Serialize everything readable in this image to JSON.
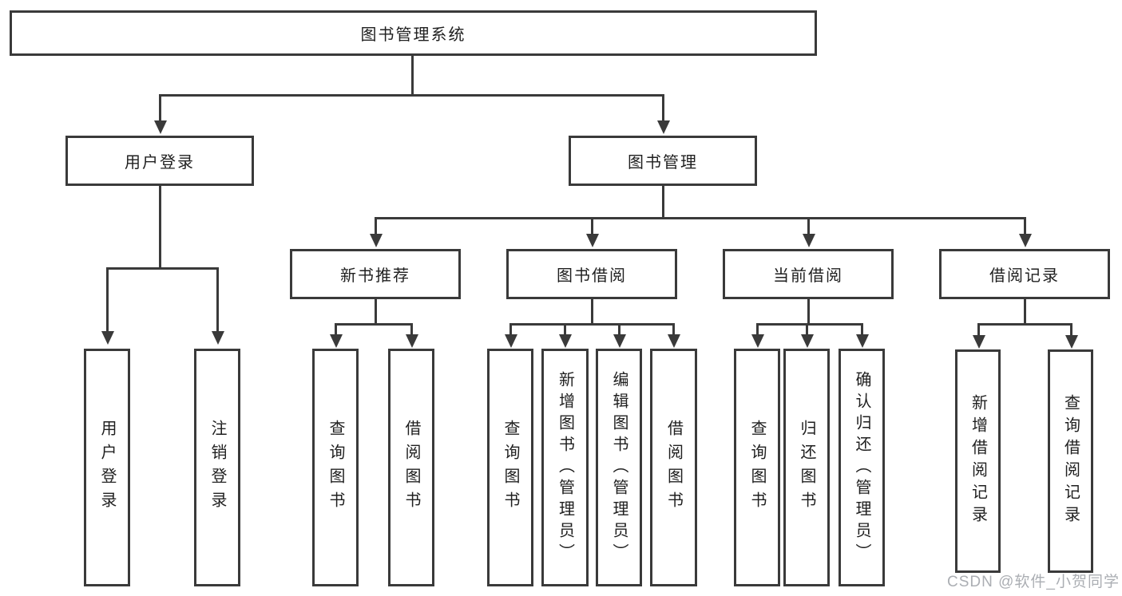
{
  "diagram": {
    "title": "图书管理系统",
    "type": "functional-structure-tree",
    "nodes": {
      "root": "图书管理系统",
      "user_login": "用户登录",
      "book_mgmt": "图书管理",
      "new_book_rec": "新书推荐",
      "book_borrow": "图书借阅",
      "current_borrow": "当前借阅",
      "borrow_records": "借阅记录",
      "leaf_user_login": "用户登录",
      "leaf_logout": "注销登录",
      "leaf_query_book_1": "查询图书",
      "leaf_borrow_book_1": "借阅图书",
      "leaf_query_book_2": "查询图书",
      "leaf_add_book": "新增图书（管理员）",
      "leaf_edit_book": "编辑图书（管理员）",
      "leaf_borrow_book_2": "借阅图书",
      "leaf_query_book_3": "查询图书",
      "leaf_return_book": "归还图书",
      "leaf_confirm_return": "确认归还（管理员）",
      "leaf_add_record": "新增借阅记录",
      "leaf_query_record": "查询借阅记录"
    },
    "hierarchy": {
      "图书管理系统": [
        "用户登录",
        "图书管理"
      ],
      "用户登录": [
        "用户登录",
        "注销登录"
      ],
      "图书管理": [
        "新书推荐",
        "图书借阅",
        "当前借阅",
        "借阅记录"
      ],
      "新书推荐": [
        "查询图书",
        "借阅图书"
      ],
      "图书借阅": [
        "查询图书",
        "新增图书（管理员）",
        "编辑图书（管理员）",
        "借阅图书"
      ],
      "当前借阅": [
        "查询图书",
        "归还图书",
        "确认归还（管理员）"
      ],
      "借阅记录": [
        "新增借阅记录",
        "查询借阅记录"
      ]
    },
    "watermark": "CSDN @软件_小贺同学",
    "colors": {
      "line": "#3a3a3a",
      "text": "#1f1f1f",
      "watermark": "#abaeb3",
      "background": "#ffffff"
    }
  }
}
